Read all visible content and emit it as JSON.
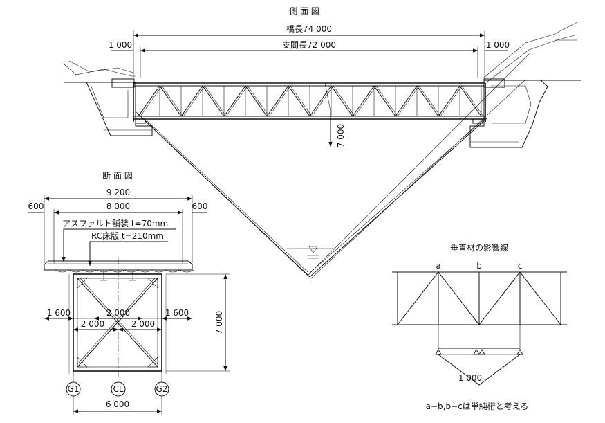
{
  "side_view": {
    "title": "側 面 図",
    "bridge_length": "橋長74 000",
    "span_length": "支間長72 000",
    "left_overhang": "1 000",
    "right_overhang": "1 000",
    "height": "7 000"
  },
  "cross_section": {
    "title": "断 面 図",
    "total_width": "9 200",
    "left_edge": "600",
    "right_edge": "600",
    "deck_width": "8 000",
    "pavement": "アスファルト舗装 t=70mm",
    "slab": "RC床版 t=210mm",
    "left_cantilever": "1 600",
    "right_cantilever": "1 600",
    "center_spacing": "2 000",
    "left_half_spacing": "2 000",
    "right_half_spacing": "2 000",
    "height": "7 000",
    "girder_spacing": "6 000",
    "labels": {
      "g1": "G1",
      "cl": "CL",
      "g2": "G2"
    }
  },
  "influence_line": {
    "title": "垂直材の影響線",
    "node_a": "a",
    "node_b": "b",
    "node_c": "c",
    "value": "1 000",
    "note": "a−b,b−cは単純桁と考える"
  },
  "colors": {
    "ink": "#111111",
    "background": "#ffffff"
  }
}
